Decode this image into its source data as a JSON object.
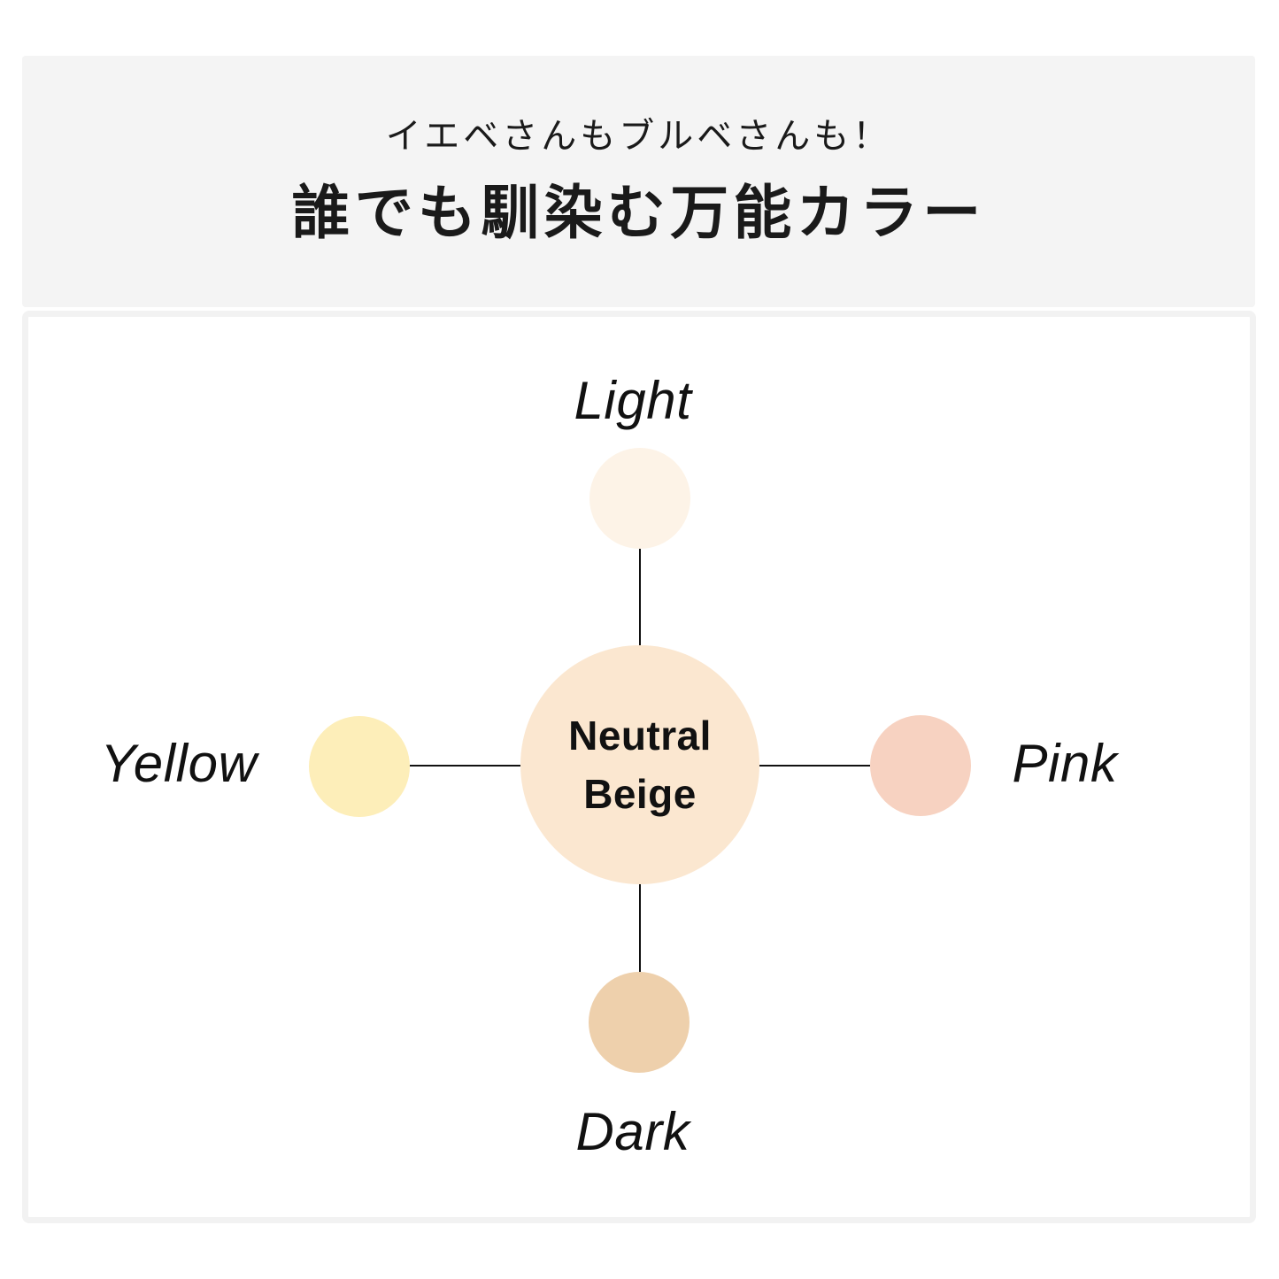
{
  "header": {
    "subtitle": "イエベさんもブルベさんも！",
    "title": "誰でも馴染む万能カラー",
    "background": "#f4f4f4"
  },
  "diagram": {
    "center_node": {
      "line1": "Neutral",
      "line2": "Beige",
      "color": "#fbe7d0"
    },
    "nodes": [
      {
        "id": "light",
        "label": "Light",
        "color": "#fdf3e7"
      },
      {
        "id": "yellow",
        "label": "Yellow",
        "color": "#fdeeb9"
      },
      {
        "id": "pink",
        "label": "Pink",
        "color": "#f7d2c1"
      },
      {
        "id": "dark",
        "label": "Dark",
        "color": "#eed0ac"
      }
    ],
    "connector_color": "#111111"
  }
}
